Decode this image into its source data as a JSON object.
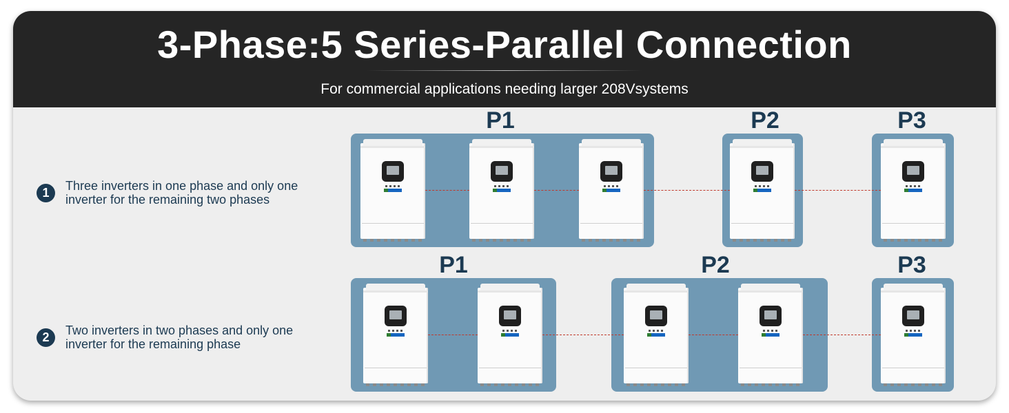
{
  "header": {
    "title": "3-Phase:5 Series-Parallel Connection",
    "subtitle": "For commercial applications needing larger 208Vsystems"
  },
  "colors": {
    "header_bg": "#252525",
    "card_bg": "#eeeeee",
    "phase_box": "#7099b4",
    "label_navy": "#1c3a52",
    "connector_red": "#c0392b"
  },
  "configs": [
    {
      "number": "1",
      "description": "Three inverters in one phase and only one inverter for the remaining two phases",
      "phases": [
        {
          "label": "P1",
          "inverters": 3
        },
        {
          "label": "P2",
          "inverters": 1
        },
        {
          "label": "P3",
          "inverters": 1
        }
      ]
    },
    {
      "number": "2",
      "description": "Two inverters in two phases and only one inverter for the remaining phase",
      "phases": [
        {
          "label": "P1",
          "inverters": 2
        },
        {
          "label": "P2",
          "inverters": 2
        },
        {
          "label": "P3",
          "inverters": 1
        }
      ]
    }
  ],
  "icons": [
    "number-badge-icon",
    "inverter-icon",
    "dashed-connection-line"
  ]
}
